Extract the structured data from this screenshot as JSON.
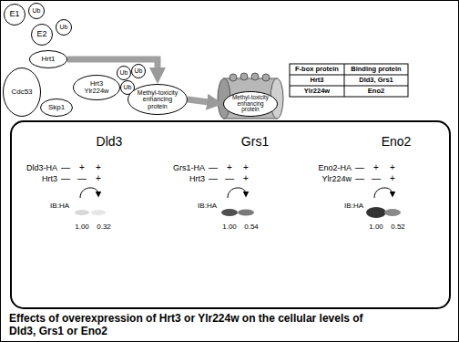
{
  "diagram": {
    "caption": "Effects of overexpression of Hrt3 or Ylr224w on the cellular levels of Dld3, Grs1 or Eno2",
    "nodes": [
      {
        "text": [
          "E1"
        ]
      },
      {
        "text": [
          "Ub"
        ]
      },
      {
        "text": [
          "E2"
        ]
      },
      {
        "text": [
          "Ub"
        ]
      },
      {
        "text": [
          "Hrt1"
        ]
      },
      {
        "text": [
          "Cdc53"
        ]
      },
      {
        "text": [
          "Skp1"
        ]
      },
      {
        "text": [
          "Hrt3 Ylr224w"
        ]
      },
      {
        "text": [
          "Ub"
        ]
      },
      {
        "text": [
          "Ub"
        ]
      },
      {
        "text": [
          "Ub"
        ]
      },
      {
        "text": [
          "Methyl-toxicity enhancing protein"
        ]
      },
      {
        "text": [
          "Methyl-toxicity enhancing protein"
        ]
      }
    ],
    "edges": [
      {
        "from": 4,
        "to": 11,
        "arrow": "to"
      },
      {
        "from": 11,
        "to": 12,
        "arrow": "to"
      }
    ],
    "labels": [
      "F-box protein",
      "Binding protein",
      "Hrt3",
      "Dld3, Grs1",
      "Ylr224w",
      "Eno2",
      "Dld3",
      "Grs1",
      "Eno2",
      "Dld3-HA",
      "—",
      "+",
      "+",
      "Hrt3",
      "—",
      "—",
      "+",
      "IB:HA",
      "1.00",
      "0.32",
      "Grs1-HA",
      "—",
      "+",
      "+",
      "Hrt3",
      "—",
      "—",
      "+",
      "IB:HA",
      "1.00",
      "0.54",
      "Eno2-HA",
      "—",
      "+",
      "+",
      "Ylr224w",
      "—",
      "—",
      "+",
      "IB:HA",
      "1.00",
      "0.52"
    ]
  }
}
